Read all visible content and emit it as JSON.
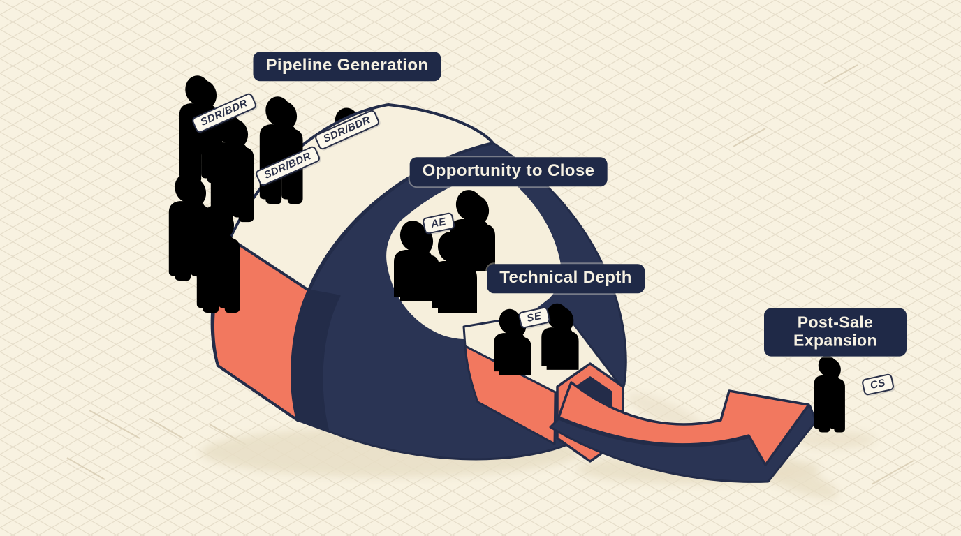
{
  "stages": [
    {
      "label": "Pipeline Generation",
      "role_tag": "SDR/BDR",
      "tag_count": 3,
      "people_count": 6,
      "people_color": "coral"
    },
    {
      "label": "Opportunity to Close",
      "role_tag": "AE",
      "tag_count": 1,
      "people_count": 3,
      "people_color": "navy"
    },
    {
      "label": "Technical Depth",
      "role_tag": "SE",
      "tag_count": 1,
      "people_count": 2,
      "people_color": "coral"
    },
    {
      "label": "Post-Sale Expansion",
      "role_tag": "CS",
      "tag_count": 1,
      "people_count": 1,
      "people_color": "navy"
    }
  ],
  "colors": {
    "coral": "#F2785F",
    "coral_shade": "#E2644B",
    "navy": "#28344F",
    "outline": "#232C49",
    "cream": "#F7F0DE",
    "background": "#F8F2E1",
    "grid_line": "#E3DAC6",
    "label_bg": "#1F2947",
    "label_text": "#F6F1E2",
    "tag_bg": "#FCF8EC"
  }
}
